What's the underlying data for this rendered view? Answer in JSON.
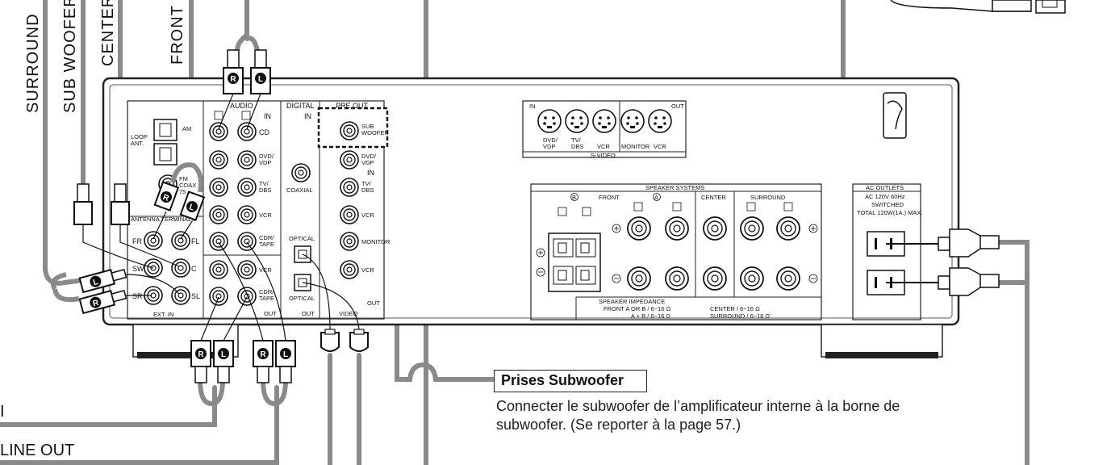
{
  "cables": {
    "surround": "SURROUND",
    "subwoofer": "SUB WOOFER",
    "center": "CENTER",
    "front": "FRONT",
    "line_out": "LINE OUT",
    "line_in_fragment": "I"
  },
  "plug_letters": {
    "right": "R",
    "left": "L"
  },
  "panel": {
    "antenna": {
      "loop": "LOOP\nANT.",
      "am": "AM",
      "fm": "FM\nCOAX\n75",
      "section": "ANTENNA TERMINALS"
    },
    "ext_in": {
      "title": "EXT. IN",
      "fr": "FR",
      "fl": "FL",
      "sw": "SW",
      "c": "C",
      "sr": "SR",
      "sl": "SL"
    },
    "audio": {
      "title": "AUDIO",
      "in": "IN",
      "out": "OUT",
      "cd": "CD",
      "dvd": "DVD/\nVDP",
      "tv": "TV/\nDBS",
      "vcr": "VCR",
      "cdr_tape": "CDR/\nTAPE",
      "vcr_out": "VCR",
      "cdr_tape_out": "CDR/\nTAPE"
    },
    "digital": {
      "title": "DIGITAL",
      "in": "IN",
      "coaxial": "COAXIAL",
      "optical1": "OPTICAL",
      "optical2": "OPTICAL",
      "out": "OUT"
    },
    "preout": {
      "title": "PRE OUT",
      "sub": "SUB\nWOOFER"
    },
    "video": {
      "title": "VIDEO",
      "dvd": "DVD/\nVDP",
      "tv": "TV/\nDBS",
      "vcr": "VCR",
      "in": "IN",
      "monitor": "MONITOR",
      "vcr_out": "VCR",
      "out": "OUT"
    },
    "svideo": {
      "in": "IN",
      "out": "OUT",
      "title": "S-VIDEO",
      "dvd": "DVD/\nVDP",
      "tv": "TV/\nDBS",
      "vcr": "VCR",
      "monitor": "MONITOR",
      "vcr_out": "VCR"
    },
    "speakers": {
      "title": "SPEAKER SYSTEMS",
      "b": "B",
      "front": "FRONT",
      "a": "A",
      "center": "CENTER",
      "surround": "SURROUND",
      "impedance_title": "SPEAKER IMPEDANCE",
      "imp_front1": "FRONT   A OR B  /  6~16 Ω",
      "imp_front2": "A  +  B  /  6~16 Ω",
      "imp_center": "CENTER      /  6~16 Ω",
      "imp_surround": "SURROUND  /  6~16 Ω"
    },
    "ac": {
      "title": "AC OUTLETS",
      "line1": "AC 120V 60Hz",
      "line2": "SWITCHED",
      "line3": "TOTAL 120W(1A.) MAX."
    }
  },
  "callout": {
    "title": "Prises Subwoofer",
    "body": "Connecter le subwoofer de l’amplificateur interne à la borne de subwoofer. (Se reporter à la page 57.)"
  }
}
